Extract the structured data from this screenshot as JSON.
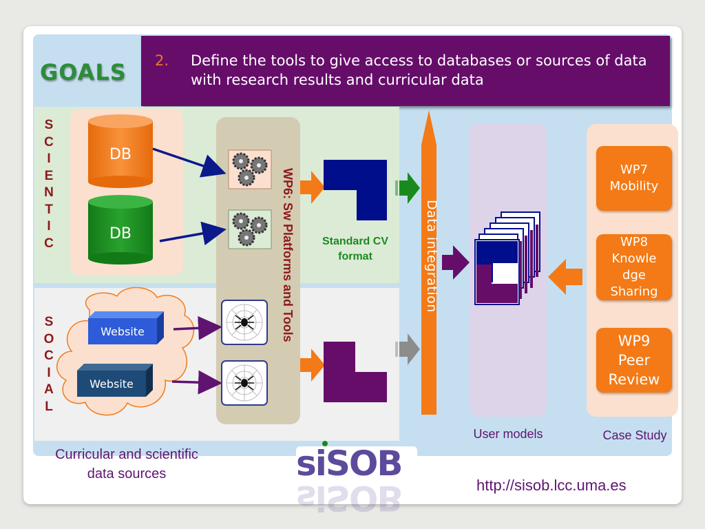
{
  "header": {
    "goals_title": "GOALS",
    "item_number": "2.",
    "item_text": "Define the tools to give access to databases or sources of data with research results and curricular data"
  },
  "scientific_label": [
    "S",
    "C",
    "I",
    "E",
    "N",
    "T",
    "I",
    "C"
  ],
  "social_label": [
    "S",
    "O",
    "C",
    "I",
    "A",
    "L"
  ],
  "databases": [
    {
      "label": "DB",
      "color": "#f37a16"
    },
    {
      "label": "DB",
      "color": "#1a8a1f"
    }
  ],
  "websites": [
    {
      "label": "Website",
      "color": "#2e5bd8"
    },
    {
      "label": "Website",
      "color": "#1e4a78"
    }
  ],
  "sw_platforms_label": "WP6: Sw Platforms and Tools",
  "standard_cv_label": "Standard CV format",
  "data_integration_label": "Data integration",
  "user_models_label": "User models",
  "case_study_label": "Case Study",
  "work_packages": [
    {
      "label": "WP7 Mobility"
    },
    {
      "label": "WP8 Knowle dge Sharing"
    },
    {
      "label": "WP9 Peer Review"
    }
  ],
  "sources_caption": "Curricular and scientific data sources",
  "logo_text": "siSOB",
  "url": "http://sisob.lcc.uma.es",
  "colors": {
    "header_bg": "#660d6a",
    "orange": "#f37a16",
    "navy": "#000e8c",
    "purple": "#660d6a",
    "green": "#1a8a1f"
  }
}
